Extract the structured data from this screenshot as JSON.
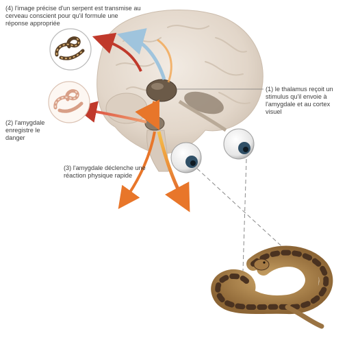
{
  "labels": {
    "step4": [
      "(4) l'image précise d'un serpent est transmise au",
      "cerveau conscient pour qu'il formule une",
      "réponse appropriée"
    ],
    "step2": [
      "(2) l'amygdale",
      "enregistre le",
      "danger"
    ],
    "step3": [
      "(3) l'amygdale déclenche une",
      "réaction physique rapide"
    ],
    "step1": [
      "(1) le thalamus reçoit un",
      "stimulus qu'il envoie à",
      "l'amygdale et au cortex visuel"
    ]
  },
  "colors": {
    "background": "#ffffff",
    "brain": "#e7ddd2",
    "brain_shadow": "#cfc3b6",
    "thalamus": "#6b5a48",
    "amygdala": "#8a7a68",
    "pathway_warm": "#e8762a",
    "pathway_red": "#c0392b",
    "pathway_blue": "#9fc4dd",
    "eye_white": "#f4f4f4",
    "iris": "#2f4f66",
    "snake_body": "#b58b4f",
    "snake_pattern": "#4a3220",
    "dashed_line": "#888888",
    "label_text": "#3d3d3d"
  }
}
